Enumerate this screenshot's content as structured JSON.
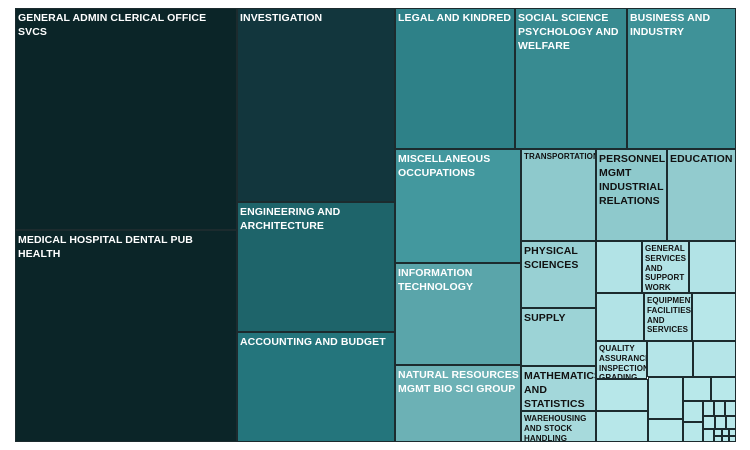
{
  "chart_data": {
    "type": "treemap",
    "title": "",
    "items": [
      {
        "label": "GENERAL ADMIN CLERICAL OFFICE SVCS",
        "color": "#0b2528"
      },
      {
        "label": "MEDICAL HOSPITAL DENTAL PUB HEALTH",
        "color": "#0b2528"
      },
      {
        "label": "INVESTIGATION",
        "color": "#12363d"
      },
      {
        "label": "ENGINEERING AND ARCHITECTURE",
        "color": "#1e646a"
      },
      {
        "label": "ACCOUNTING AND BUDGET",
        "color": "#24757c"
      },
      {
        "label": "LEGAL AND KINDRED",
        "color": "#2e8188"
      },
      {
        "label": "SOCIAL SCIENCE PSYCHOLOGY AND WELFARE",
        "color": "#388b91"
      },
      {
        "label": "BUSINESS AND INDUSTRY",
        "color": "#3f9298"
      },
      {
        "label": "MISCELLANEOUS OCCUPATIONS",
        "color": "#43989e"
      },
      {
        "label": "INFORMATION TECHNOLOGY",
        "color": "#5aa5aa"
      },
      {
        "label": "NATURAL RESOURCES MGMT BIO SCI GROUP",
        "color": "#6cb1b5"
      },
      {
        "label": "TRANSPORTATION",
        "color": "#8ec9cc"
      },
      {
        "label": "PERSONNEL MGMT INDUSTRIAL RELATIONS",
        "color": "#8ec9cc"
      },
      {
        "label": "EDUCATION",
        "color": "#92cbce"
      },
      {
        "label": "PHYSICAL SCIENCES",
        "color": "#98d0d3"
      },
      {
        "label": "SUPPLY",
        "color": "#9cd3d6"
      },
      {
        "label": "MATHEMATICS AND STATISTICS",
        "color": "#a3d7da"
      },
      {
        "label": "WAREHOUSING AND STOCK HANDLING",
        "color": "#a7dadc"
      },
      {
        "label": "",
        "color": "#b2e3e6"
      },
      {
        "label": "GENERAL SERVICES AND SUPPORT WORK",
        "color": "#b2e3e6"
      },
      {
        "label": "",
        "color": "#b2e3e6"
      },
      {
        "label": "",
        "color": "#b2e3e6"
      },
      {
        "label": "EQUIPMENT FACILITIES AND SERVICES",
        "color": "#b2e3e6"
      },
      {
        "label": "QUALITY ASSURANCE INSPECTION GRADING",
        "color": "#b5e5e8"
      },
      {
        "label": "",
        "color": "#b5e5e8"
      },
      {
        "label": "",
        "color": "#b5e5e8"
      },
      {
        "label": "",
        "color": "#b7e7e9"
      },
      {
        "label": "",
        "color": "#b7e7e9"
      },
      {
        "label": "",
        "color": "#b7e7e9"
      },
      {
        "label": "",
        "color": "#b7e7e9"
      },
      {
        "label": "",
        "color": "#b8e8ea"
      },
      {
        "label": "",
        "color": "#b8e8ea"
      },
      {
        "label": "",
        "color": "#b8e8ea"
      },
      {
        "label": "",
        "color": "#b8e8ea"
      },
      {
        "label": "",
        "color": "#b8e8ea"
      },
      {
        "label": "",
        "color": "#b8e8ea"
      },
      {
        "label": "",
        "color": "#b8e8ea"
      },
      {
        "label": "",
        "color": "#b8e8ea"
      },
      {
        "label": "",
        "color": "#b9e9eb"
      },
      {
        "label": "",
        "color": "#b9e9eb"
      },
      {
        "label": "",
        "color": "#b9e9eb"
      },
      {
        "label": "",
        "color": "#b9e9eb"
      },
      {
        "label": "",
        "color": "#b9e9eb"
      },
      {
        "label": "",
        "color": "#b9e9eb"
      },
      {
        "label": "",
        "color": "#b9e9eb"
      },
      {
        "label": "",
        "color": "#b9e9eb"
      },
      {
        "label": "",
        "color": "#b9e9eb"
      },
      {
        "label": "",
        "color": "#b9e9eb"
      }
    ]
  }
}
